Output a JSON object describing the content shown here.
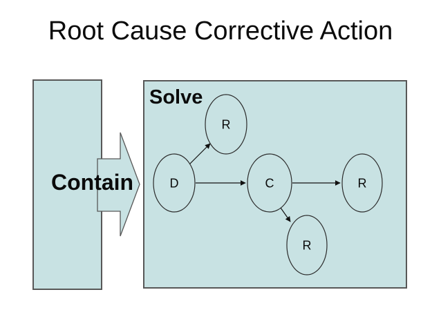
{
  "slide": {
    "title": "Root Cause Corrective Action",
    "background_color": "#ffffff"
  },
  "colors": {
    "shape_fill": "#c8e2e3",
    "shape_border": "#575757",
    "node_stroke": "#2b2b2b",
    "connector_color": "#111111",
    "text_color": "#0b0b0b"
  },
  "contain_box": {
    "label": "Contain"
  },
  "solve_box": {
    "label": "Solve"
  },
  "diagram": {
    "nodes": [
      {
        "id": "D",
        "label": "D"
      },
      {
        "id": "R-top",
        "label": "R"
      },
      {
        "id": "C",
        "label": "C"
      },
      {
        "id": "R-right",
        "label": "R"
      },
      {
        "id": "R-bottom",
        "label": "R"
      }
    ],
    "edges": [
      {
        "from": "D",
        "to": "R-top"
      },
      {
        "from": "D",
        "to": "C"
      },
      {
        "from": "C",
        "to": "R-right"
      },
      {
        "from": "C",
        "to": "R-bottom"
      }
    ]
  }
}
